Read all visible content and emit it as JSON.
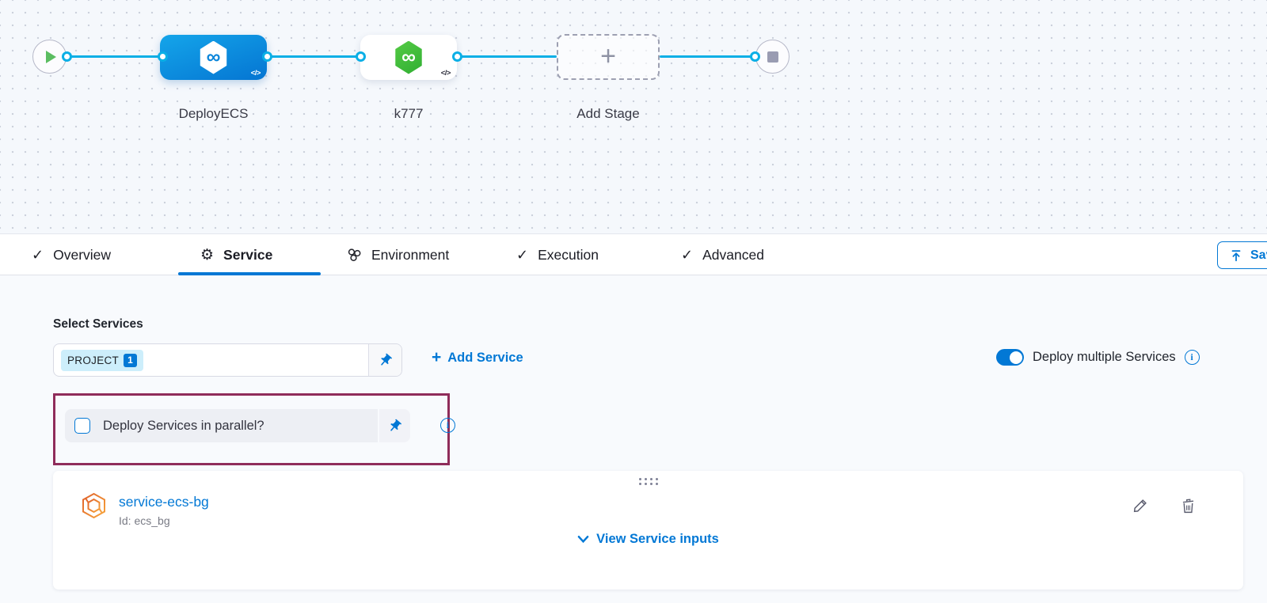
{
  "icons": {
    "check": "✓",
    "gear": "⚙",
    "plus": "+",
    "infinity": "∞",
    "info_letter": "i"
  },
  "canvas": {
    "stages": [
      {
        "label": "DeployECS",
        "code_badge": "</>"
      },
      {
        "label": "k777",
        "code_badge": "</>"
      }
    ],
    "add_stage_label": "Add Stage"
  },
  "tabs": {
    "items": [
      {
        "label": "Overview"
      },
      {
        "label": "Service"
      },
      {
        "label": "Environment"
      },
      {
        "label": "Execution"
      },
      {
        "label": "Advanced"
      }
    ],
    "save_label": "Save"
  },
  "service_section": {
    "select_services_label": "Select Services",
    "chip": {
      "scope": "PROJECT",
      "count": "1"
    },
    "add_service_label": "Add Service",
    "deploy_multiple_label": "Deploy multiple Services",
    "parallel_label": "Deploy Services in parallel?"
  },
  "service_card": {
    "name": "service-ecs-bg",
    "id_text": "Id: ecs_bg",
    "view_inputs_label": "View Service inputs"
  },
  "colors": {
    "accent": "#0278d5",
    "connector": "#0aafe6",
    "highlight_border": "#8f2c5a",
    "stage_blue": "#0575d2",
    "stage_green": "#2fae32"
  }
}
